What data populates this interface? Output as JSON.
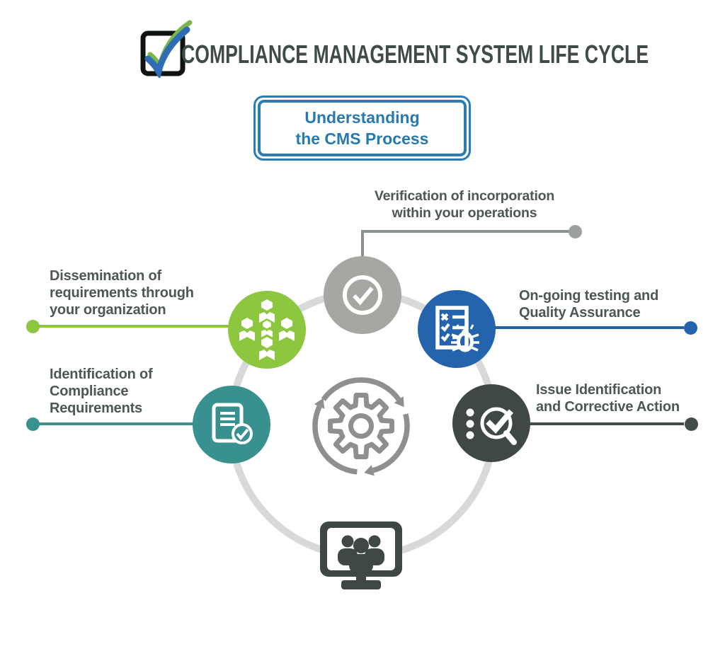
{
  "header": {
    "logo_icon": "double-checkmark-icon",
    "title": "COMPLIANCE MANAGEMENT SYSTEM LIFE CYCLE"
  },
  "stamp": {
    "line1": "Understanding",
    "line2": "the CMS Process"
  },
  "nodes": {
    "verification": {
      "icon": "check-circle-icon",
      "color": "#a6a6a3",
      "line1": "Verification of incorporation",
      "line2": "within your operations"
    },
    "dissemination": {
      "icon": "org-network-people-icon",
      "color": "#8dc63f",
      "line1": "Dissemination of",
      "line2": "requirements through",
      "line3": "your organization"
    },
    "identification": {
      "icon": "document-check-icon",
      "color": "#38908f",
      "line1": "Identification of",
      "line2": "Compliance",
      "line3": "Requirements"
    },
    "testing": {
      "icon": "checklist-bug-icon",
      "color": "#2464ad",
      "line1": "On-going testing and",
      "line2": "Quality Assurance"
    },
    "issue": {
      "icon": "magnifier-check-icon",
      "color": "#3f4846",
      "line1": "Issue Identification",
      "line2": "and Corrective Action"
    }
  },
  "center_node": {
    "icon": "gear-cycle-icon",
    "color": "#8f8f8f"
  },
  "bottom_node": {
    "icon": "monitor-team-icon",
    "color": "#3e4744"
  },
  "colors": {
    "ring": "#d7d9da",
    "stamp_blue": "#2b7cb2",
    "label_text": "#4d5753",
    "title_text": "#3f4b48",
    "connector_gray": "#8b918e"
  }
}
